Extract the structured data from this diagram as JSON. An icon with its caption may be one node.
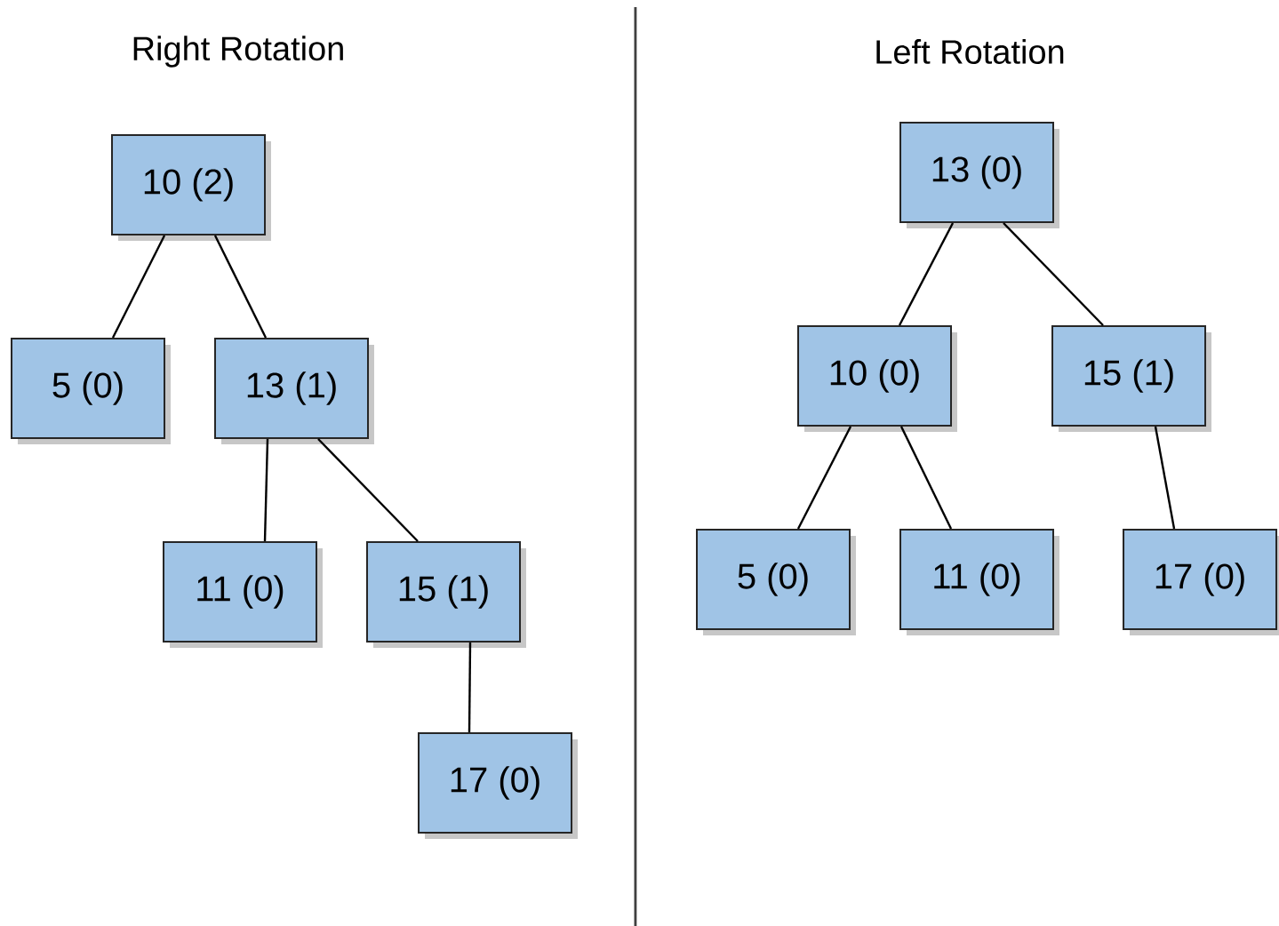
{
  "diagram": {
    "nodes": [
      {
        "text": [
          "10 (2)"
        ]
      },
      {
        "text": [
          "5 (0)"
        ]
      },
      {
        "text": [
          "13 (1)"
        ]
      },
      {
        "text": [
          "11 (0)"
        ]
      },
      {
        "text": [
          "15 (1)"
        ]
      },
      {
        "text": [
          "17 (0)"
        ]
      },
      {
        "text": [
          "13 (0)"
        ]
      },
      {
        "text": [
          "10 (0)"
        ]
      },
      {
        "text": [
          "15 (1)"
        ]
      },
      {
        "text": [
          "5 (0)"
        ]
      },
      {
        "text": [
          "11 (0)"
        ]
      },
      {
        "text": [
          "17 (0)"
        ]
      }
    ],
    "edges": [
      {
        "from": 0,
        "to": 1,
        "arrow": "none"
      },
      {
        "from": 0,
        "to": 2,
        "arrow": "none"
      },
      {
        "from": 2,
        "to": 3,
        "arrow": "none"
      },
      {
        "from": 2,
        "to": 4,
        "arrow": "none"
      },
      {
        "from": 4,
        "to": 5,
        "arrow": "none"
      },
      {
        "from": 6,
        "to": 7,
        "arrow": "none"
      },
      {
        "from": 6,
        "to": 8,
        "arrow": "none"
      },
      {
        "from": 7,
        "to": 9,
        "arrow": "none"
      },
      {
        "from": 7,
        "to": 10,
        "arrow": "none"
      },
      {
        "from": 8,
        "to": 11,
        "arrow": "none"
      }
    ],
    "labels": [
      "Right Rotation",
      "Left Rotation"
    ]
  }
}
